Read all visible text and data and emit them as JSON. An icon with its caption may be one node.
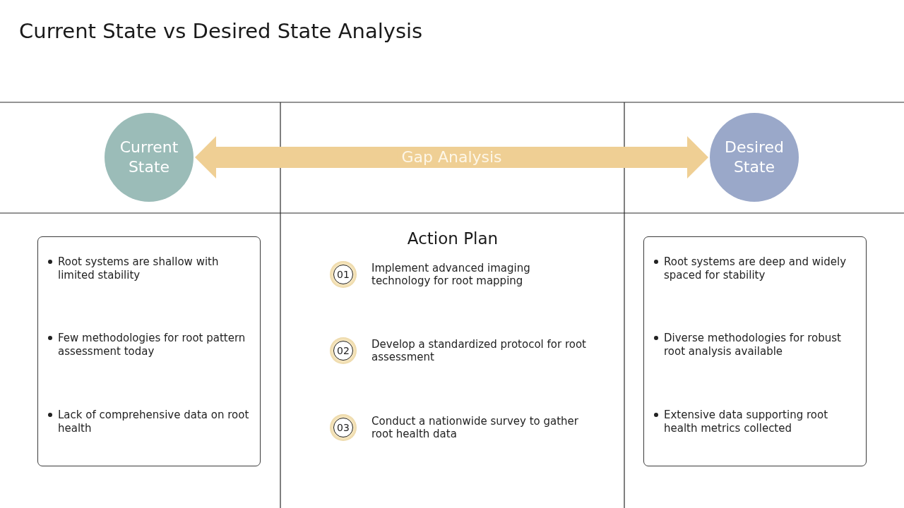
{
  "diagram": {
    "title": "Current State vs Desired State Analysis",
    "nodes": [
      {
        "text": [
          "Current State"
        ]
      },
      {
        "text": [
          "Desired State"
        ]
      },
      {
        "text": [
          "Root systems are shallow with limited stability",
          "Few methodologies for root pattern assessment today",
          "Lack of comprehensive data on root health"
        ]
      },
      {
        "text": [
          "01"
        ],
        "beside": [
          "Implement advanced imaging technology for root mapping"
        ]
      },
      {
        "text": [
          "02"
        ],
        "beside": [
          "Develop a standardized protocol for root assessment"
        ]
      },
      {
        "text": [
          "03"
        ],
        "beside": [
          "Conduct a nationwide survey to gather root health data"
        ]
      },
      {
        "text": [
          "Root systems are deep and widely spaced for stability",
          "Diverse methodologies for robust root analysis available",
          "Extensive data supporting root health metrics collected"
        ]
      }
    ],
    "edges": [
      {
        "from": 0,
        "to": 1,
        "arrow": "both",
        "label": "Gap Analysis",
        "color": "#efcf94"
      }
    ],
    "labels": [
      "Action Plan"
    ]
  }
}
